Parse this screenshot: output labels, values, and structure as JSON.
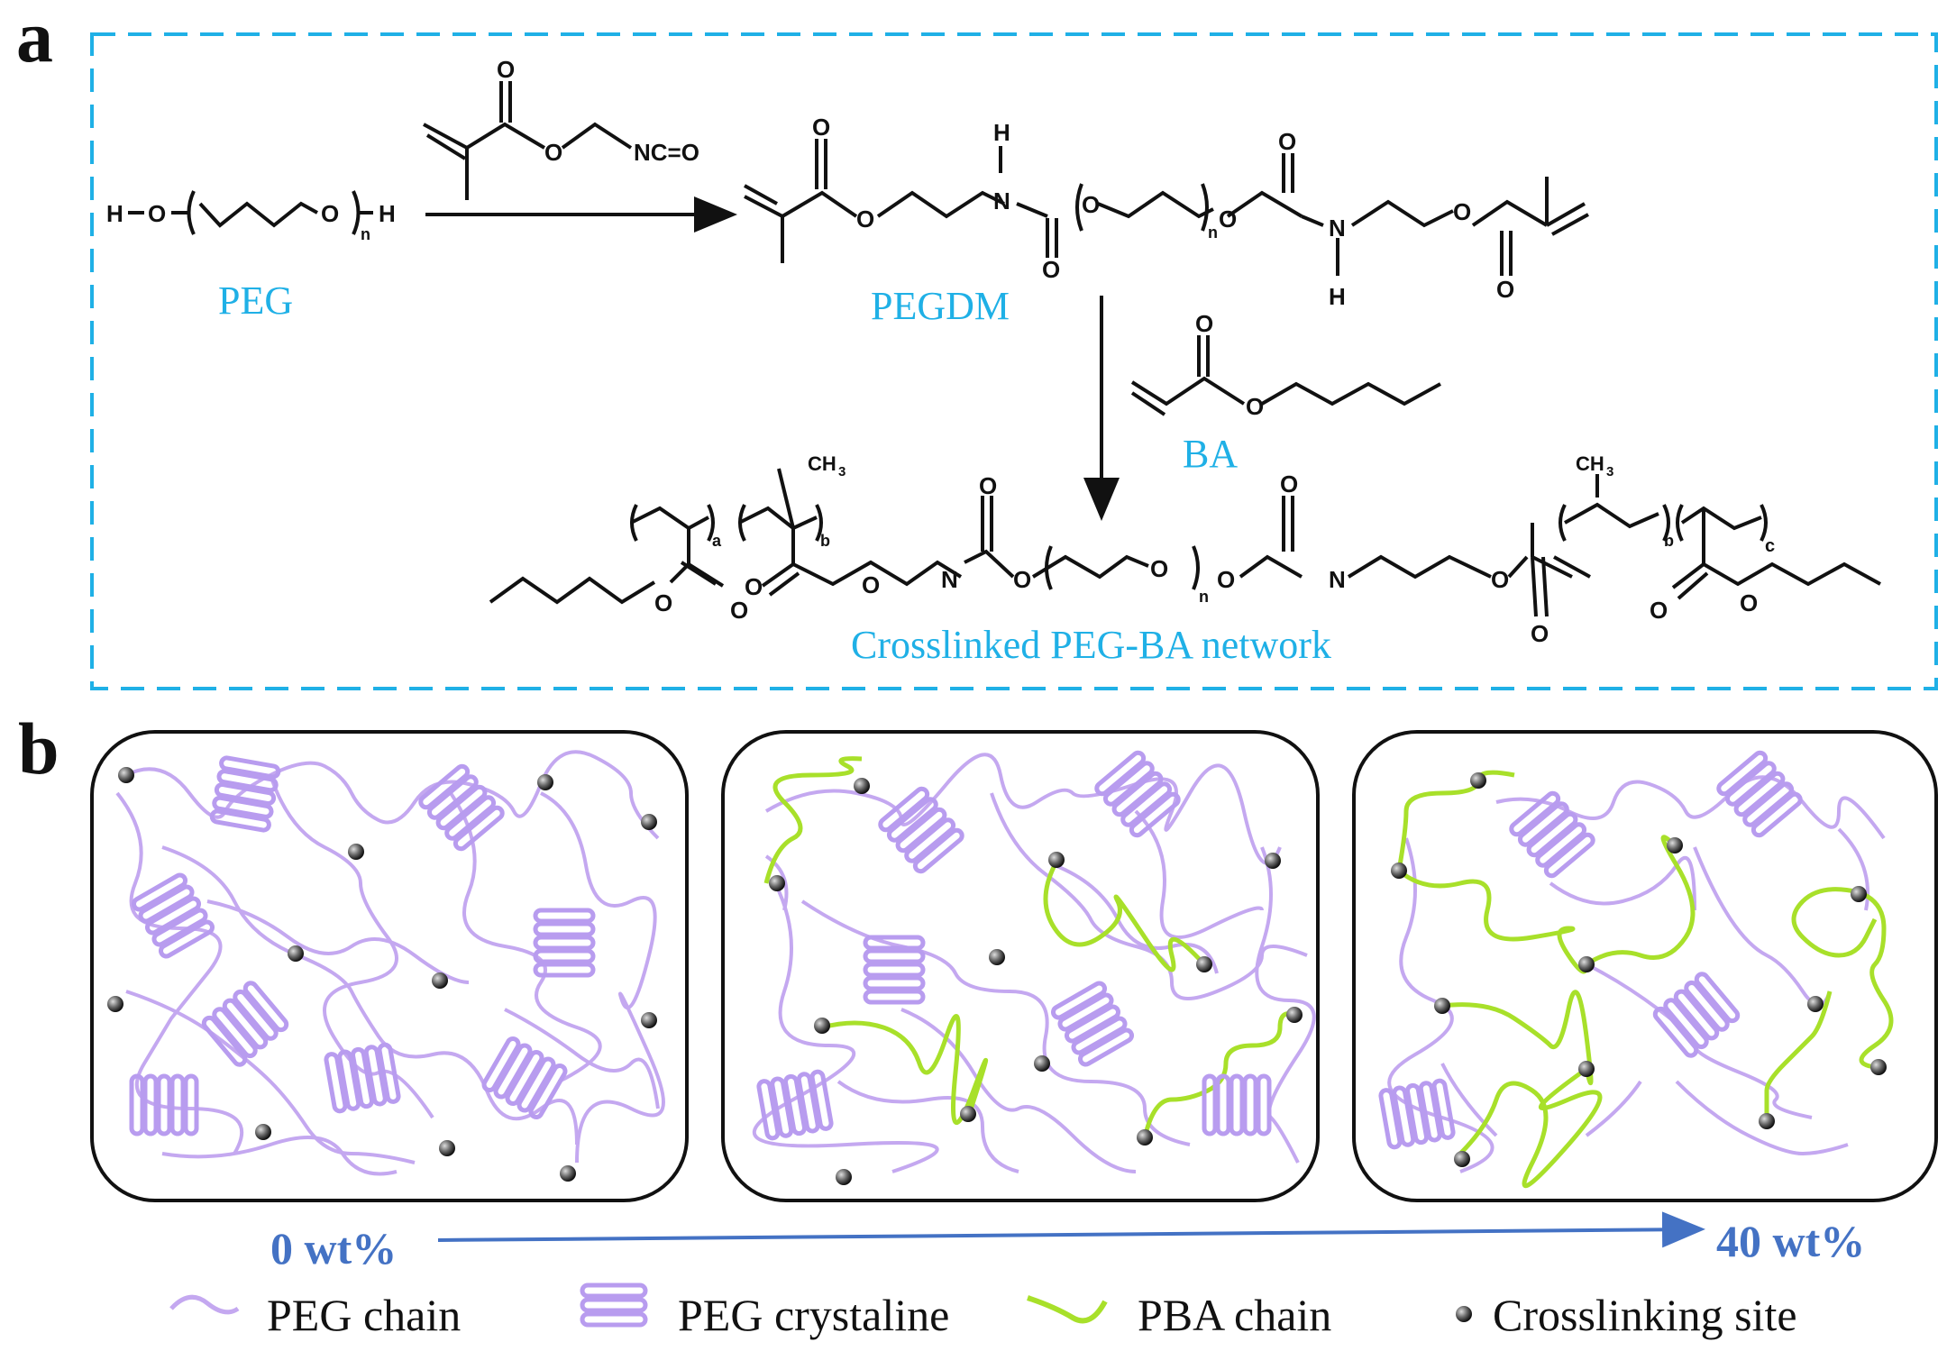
{
  "panel_a": {
    "letter": "a",
    "labels": {
      "peg": "PEG",
      "pegdm": "PEGDM",
      "ba": "BA",
      "network": "Crosslinked PEG-BA network"
    },
    "atoms": {
      "H": "H",
      "O": "O",
      "N": "N",
      "NCO": "NC=O",
      "CH3": "CH",
      "three": "3",
      "n": "n",
      "a": "a",
      "b": "b",
      "c": "c"
    }
  },
  "panel_b": {
    "letter": "b",
    "scale": {
      "start": "0 wt%",
      "end": "40 wt%"
    },
    "legend": [
      {
        "label": "PEG chain",
        "color": "#c4a8f0"
      },
      {
        "label": "PEG crystaline",
        "color": "#b89cef"
      },
      {
        "label": "PBA chain",
        "color": "#a8e02a"
      },
      {
        "label": "Crosslinking site",
        "color": "#555555"
      }
    ]
  },
  "colors": {
    "accent": "#1fb0e6",
    "arrow": "#4472c4",
    "peg": "#c4a8f0",
    "pba": "#a8e02a"
  }
}
